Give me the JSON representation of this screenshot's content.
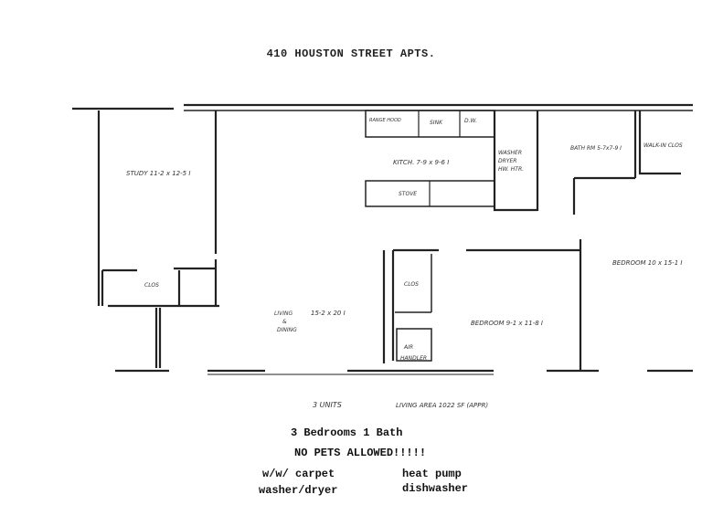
{
  "title": "410 HOUSTON STREET APTS.",
  "rooms": {
    "study": "STUDY 11-2 x 12-5 I",
    "kitchen": "KITCH. 7-9 x 9-6 I",
    "bath": "BATH RM 5-7x7-9 I",
    "walkin_closet": "WALK-IN CLOS",
    "living": "LIVING",
    "living_amp": "&",
    "dining": "DINING",
    "living_dim": "15-2 x 20 I",
    "bedroom1": "BEDROOM 9-1 x 11-8 I",
    "bedroom2": "BEDROOM 10 x 15-1 I",
    "closet": "CLOS",
    "closet2": "CLOS",
    "washer": "WASHER",
    "dryer": "DRYER",
    "hw_htr": "HW. HTR.",
    "air_handler_1": "AIR",
    "air_handler_2": "HANDLER",
    "range": "RANGE HOOD",
    "sink": "SINK",
    "dw": "D.W.",
    "stove": "STOVE"
  },
  "units_note": "3 UNITS",
  "living_area": "LIVING AREA 1022 SF (APPR)",
  "bedrooms_bath": "3 Bedrooms  1 Bath",
  "no_pets": "NO PETS ALLOWED!!!!!",
  "amenities": {
    "carpet": "w/w/ carpet",
    "heat_pump": "heat pump",
    "washer_dryer": "washer/dryer",
    "dishwasher": "dishwasher"
  }
}
